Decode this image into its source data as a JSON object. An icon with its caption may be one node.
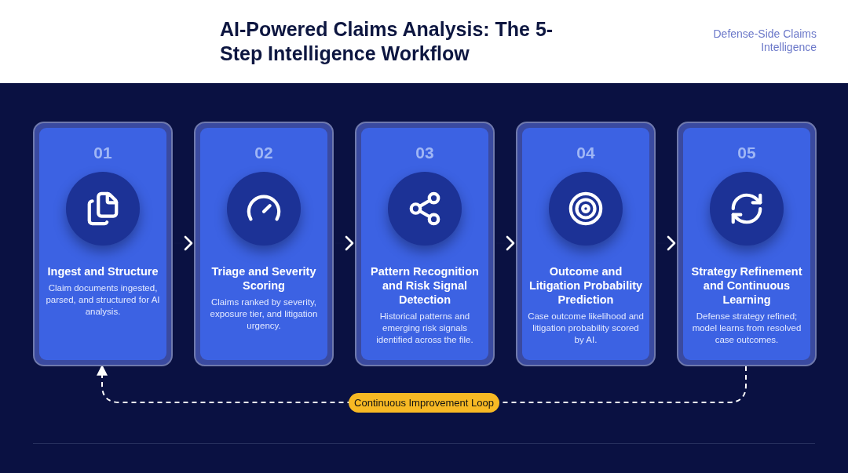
{
  "diagram": {
    "title": "AI-Powered Claims Analysis: The 5-Step Intelligence Workflow",
    "nodes": [
      {
        "text": [
          "01",
          "Ingest and Structure",
          "Claim documents ingested, parsed, and structured for AI analysis."
        ]
      },
      {
        "text": [
          "02",
          "Triage and Severity Scoring",
          "Claims ranked by severity, exposure tier, and litigation urgency."
        ]
      },
      {
        "text": [
          "03",
          "Pattern Recognition and Risk Signal Detection",
          "Historical patterns and emerging risk signals identified across the file."
        ]
      },
      {
        "text": [
          "04",
          "Outcome and Litigation Probability Prediction",
          "Case outcome likelihood and litigation probability scored by AI."
        ]
      },
      {
        "text": [
          "05",
          "Strategy Refinement and Continuous Learning",
          "Defense strategy refined; model learns from resolved case outcomes."
        ]
      }
    ],
    "edges": [
      {
        "from": 0,
        "to": 1,
        "arrow": "to"
      },
      {
        "from": 1,
        "to": 2,
        "arrow": "to"
      },
      {
        "from": 2,
        "to": 3,
        "arrow": "to"
      },
      {
        "from": 3,
        "to": 4,
        "arrow": "to"
      },
      {
        "from": 4,
        "to": 0,
        "arrow": "to",
        "label": "Continuous Improvement Loop",
        "style": "dashed"
      }
    ],
    "labels": [
      "Defense-Side Claims Intelligence"
    ]
  }
}
